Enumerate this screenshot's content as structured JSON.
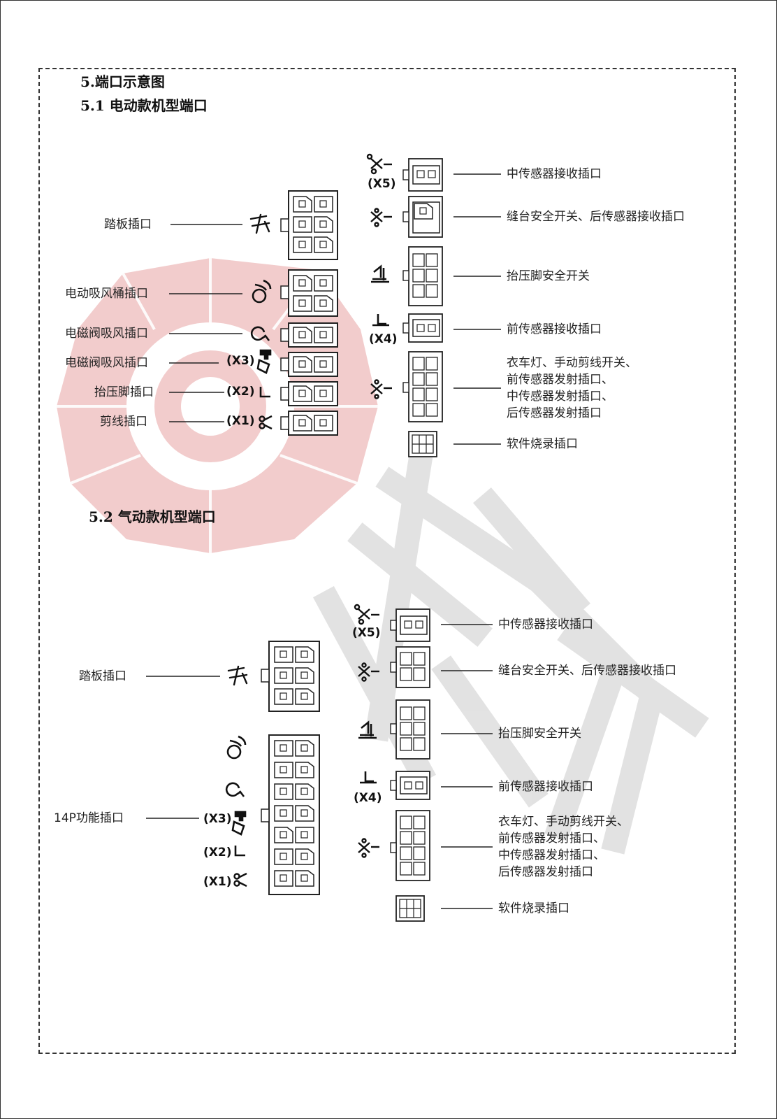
{
  "headings": {
    "section": "5.端口示意图",
    "electric": "5.1 电动款机型端口",
    "pneumatic": "5.2 气动款机型端口"
  },
  "electric": {
    "left_labels": {
      "pedal": "踏板插口",
      "suction_bucket": "电动吸风桶插口",
      "solenoid_1": "电磁阀吸风插口",
      "solenoid_2": "电磁阀吸风插口",
      "presser_foot": "抬压脚插口",
      "trim": "剪线插口"
    },
    "left_codes": {
      "x3": "(X3)",
      "x2": "(X2)",
      "x1": "(X1)"
    },
    "right_labels": {
      "middle_sensor_rx": "中传感器接收插口",
      "table_safety": "缝台安全开关、后传感器接收插口",
      "lift_safety": "抬压脚安全开关",
      "front_sensor_rx": "前传感器接收插口",
      "combo_line1": "衣车灯、手动剪线开关、",
      "combo_line2": "前传感器发射插口、",
      "combo_line3": "中传感器发射插口、",
      "combo_line4": "后传感器发射插口",
      "firmware": "软件烧录插口"
    },
    "right_codes": {
      "x5": "(X5)",
      "x4": "(X4)"
    }
  },
  "pneumatic": {
    "left_labels": {
      "pedal": "踏板插口",
      "function14p": "14P功能插口"
    },
    "left_codes": {
      "x3": "(X3)",
      "x2": "(X2)",
      "x1": "(X1)"
    },
    "right_labels": {
      "middle_sensor_rx": "中传感器接收插口",
      "table_safety": "缝台安全开关、后传感器接收插口",
      "lift_safety": "抬压脚安全开关",
      "front_sensor_rx": "前传感器接收插口",
      "combo_line1": "衣车灯、手动剪线开关、",
      "combo_line2": "前传感器发射插口、",
      "combo_line3": "中传感器发射插口、",
      "combo_line4": "后传感器发射插口",
      "firmware": "软件烧录插口"
    },
    "right_codes": {
      "x5": "(X5)",
      "x4": "(X4)"
    }
  },
  "colors": {
    "line": "#222222",
    "watermark_red": "#e8a3a3",
    "watermark_gray": "#dcdcdc"
  },
  "icons": [
    "pedal-icon",
    "fan-icon",
    "valve-icon",
    "clamp-icon",
    "presser-foot-icon",
    "scissors-icon",
    "sensor-icon",
    "lift-icon"
  ]
}
